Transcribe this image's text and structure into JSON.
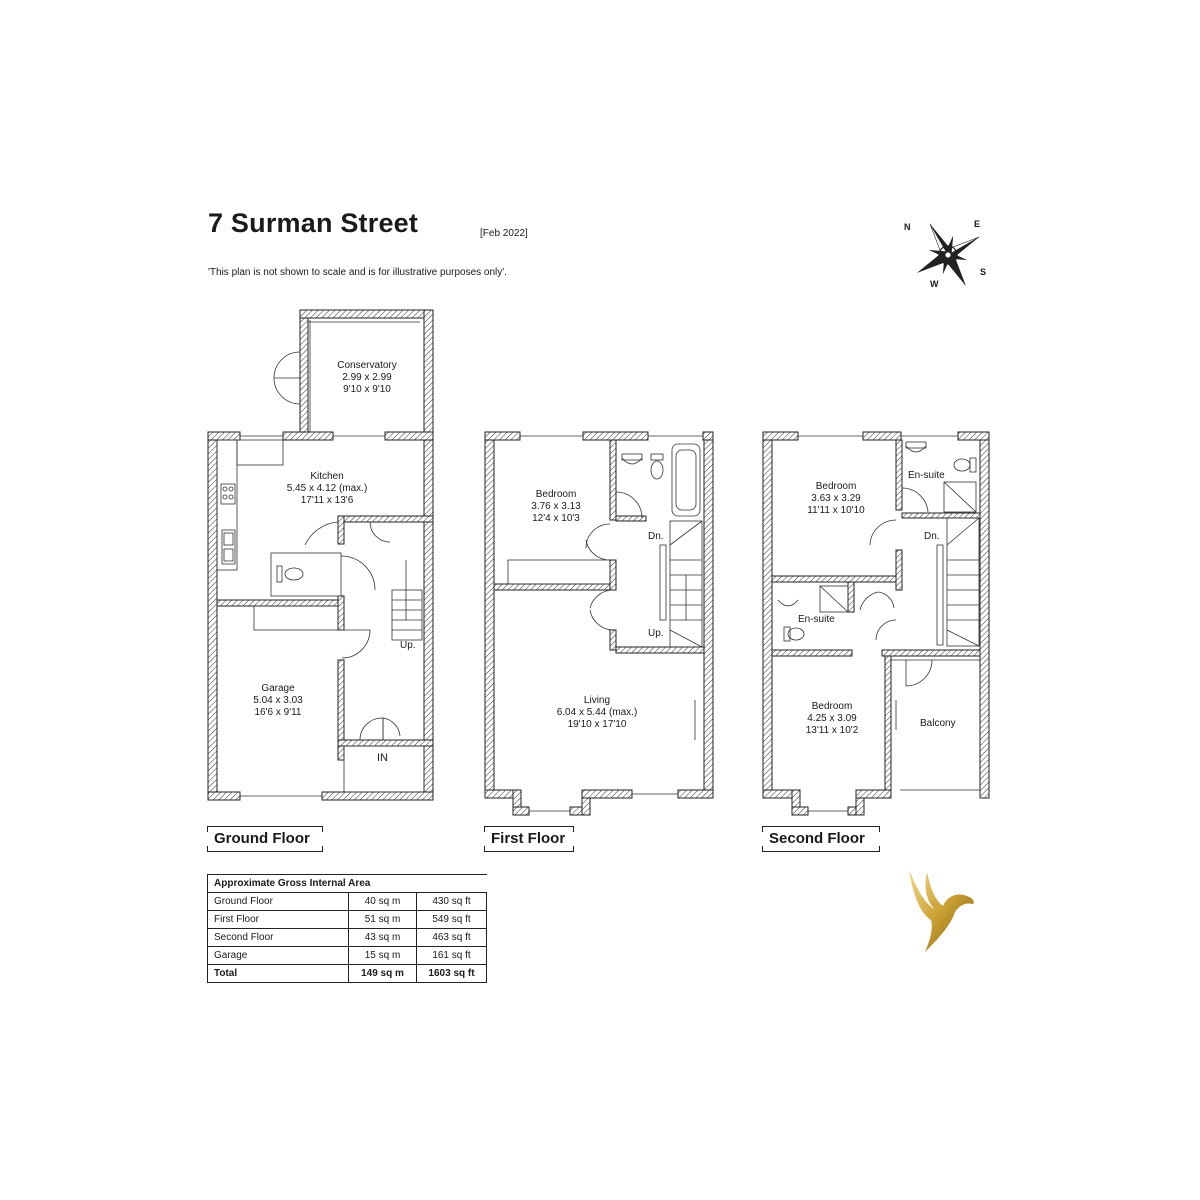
{
  "header": {
    "title": "7 Surman Street",
    "date": "[Feb 2022]",
    "disclaimer": "'This plan is not shown to scale and is for illustrative purposes only'."
  },
  "compass": {
    "n": "N",
    "e": "E",
    "s": "S",
    "w": "W"
  },
  "ground_floor": {
    "label": "Ground Floor",
    "conservatory": {
      "name": "Conservatory",
      "metric": "2.99 x 2.99",
      "imperial": "9'10 x 9'10"
    },
    "kitchen": {
      "name": "Kitchen",
      "metric": "5.45 x 4.12 (max.)",
      "imperial": "17'11 x 13'6"
    },
    "garage": {
      "name": "Garage",
      "metric": "5.04 x 3.03",
      "imperial": "16'6 x 9'11"
    },
    "stair_up": "Up.",
    "entrance": "IN"
  },
  "first_floor": {
    "label": "First Floor",
    "bedroom": {
      "name": "Bedroom",
      "metric": "3.76 x 3.13",
      "imperial": "12'4 x 10'3"
    },
    "living": {
      "name": "Living",
      "metric": "6.04 x 5.44 (max.)",
      "imperial": "19'10 x 17'10"
    },
    "stair_down": "Dn.",
    "stair_up": "Up."
  },
  "second_floor": {
    "label": "Second Floor",
    "bedroom_top": {
      "name": "Bedroom",
      "metric": "3.63 x 3.29",
      "imperial": "11'11 x 10'10"
    },
    "ensuite_top": "En-suite",
    "ensuite_mid": "En-suite",
    "bedroom_bottom": {
      "name": "Bedroom",
      "metric": "4.25 x 3.09",
      "imperial": "13'11 x 10'2"
    },
    "balcony": "Balcony",
    "stair_down": "Dn."
  },
  "area_table": {
    "heading": "Approximate Gross Internal Area",
    "rows": [
      {
        "name": "Ground Floor",
        "sqm": "40 sq m",
        "sqft": "430 sq ft"
      },
      {
        "name": "First Floor",
        "sqm": "51 sq m",
        "sqft": "549 sq ft"
      },
      {
        "name": "Second Floor",
        "sqm": "43 sq m",
        "sqft": "463 sq ft"
      },
      {
        "name": "Garage",
        "sqm": "15 sq m",
        "sqft": "161 sq ft"
      }
    ],
    "total": {
      "name": "Total",
      "sqm": "149 sq m",
      "sqft": "1603 sq ft"
    }
  },
  "colors": {
    "wall": "#2a2a2a",
    "logo_gold": "#c9a033"
  }
}
